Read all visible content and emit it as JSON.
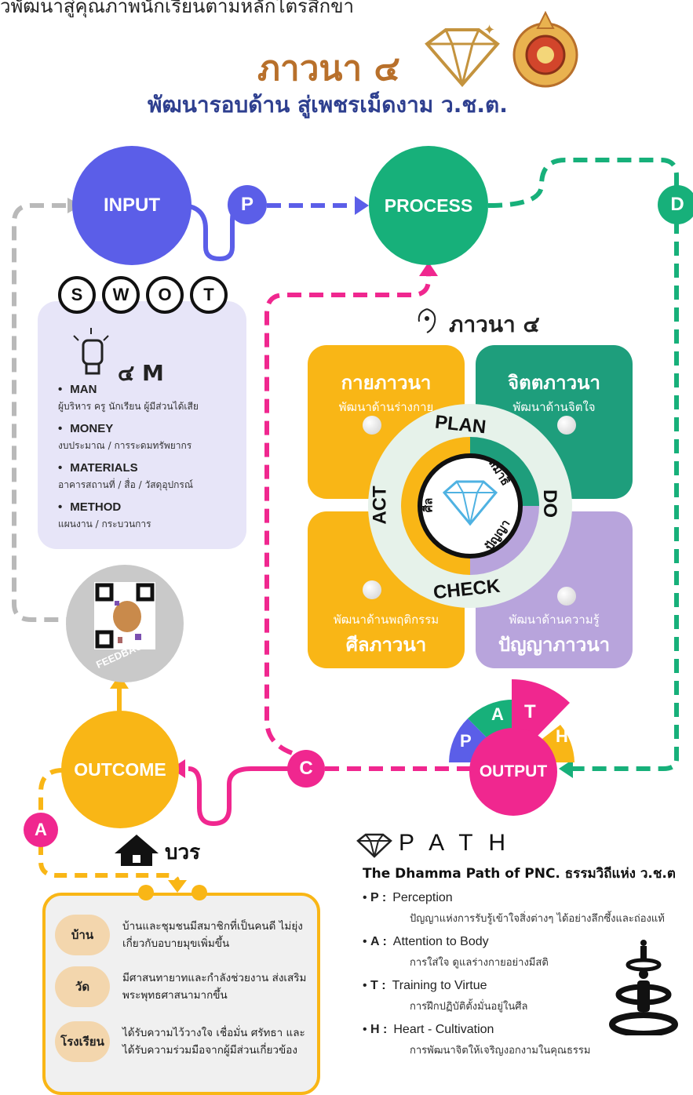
{
  "header": {
    "top_line": "วพัฒนาสู่คุณภาพนักเรียนตามหลักไตรสิกขา",
    "title": "ภาวนา ๔",
    "subtitle": "พัฒนารอบด้าน สู่เพชรเม็ดงาม ว.ช.ต."
  },
  "flow": {
    "input": "INPUT",
    "process": "PROCESS",
    "output": "OUTPUT",
    "outcome": "OUTCOME",
    "p": "P",
    "d": "D",
    "c": "C",
    "a": "A",
    "colors": {
      "input": "#5b5ee8",
      "process": "#17b07a",
      "output": "#f0278f",
      "outcome": "#f9b616",
      "gray": "#b9b9b9"
    }
  },
  "swot": {
    "letters": [
      "S",
      "W",
      "O",
      "T"
    ],
    "m_title": "๔ M",
    "items": [
      {
        "head": "MAN",
        "sub": "ผู้บริหาร ครู นักเรียน ผู้มีส่วนได้เสีย"
      },
      {
        "head": "MONEY",
        "sub": "งบประมาณ / การระดมทรัพยากร"
      },
      {
        "head": "MATERIALS",
        "sub": "อาคารสถานที่ / สื่อ / วัสดุอุปกรณ์"
      },
      {
        "head": "METHOD",
        "sub": "แผนงาน / กระบวนการ"
      }
    ]
  },
  "feedback": {
    "label": "FEEDBACK"
  },
  "bhavana": {
    "title": "ภาวนา ๔",
    "kaya": {
      "title": "กายภาวนา",
      "sub": "พัฒนาด้านร่างกาย"
    },
    "citta": {
      "title": "จิตตภาวนา",
      "sub": "พัฒนาด้านจิตใจ"
    },
    "sila": {
      "title": "ศีลภาวนา",
      "sub": "พัฒนาด้านพฤติกรรม"
    },
    "panna": {
      "title": "ปัญญาภาวนา",
      "sub": "พัฒนาด้านความรู้"
    },
    "ring": {
      "plan": "PLAN",
      "do": "DO",
      "check": "CHECK",
      "act": "ACT",
      "samadhi": "สมาธิ",
      "panna": "ปัญญา",
      "sila": "ศีล"
    },
    "colors": {
      "orange": "#f9b616",
      "green": "#1e9e7c",
      "purple": "#b8a4dc",
      "ring": "#e6f2ea"
    }
  },
  "path_badge": {
    "letters": [
      "P",
      "A",
      "T",
      "H"
    ]
  },
  "path": {
    "title": "P A T H",
    "subtitle": "The Dhamma Path of PNC. ธรรมวิถีแห่ง ว.ช.ต",
    "items": [
      {
        "letter": "P :",
        "head": "Perception",
        "sub": "ปัญญาแห่งการรับรู้เข้าใจสิ่งต่างๆ ได้อย่างลึกซึ้งและถ่องแท้"
      },
      {
        "letter": "A :",
        "head": "Attention to Body",
        "sub": "การใส่ใจ ดูแลร่างกายอย่างมีสติ"
      },
      {
        "letter": "T :",
        "head": "Training to Virtue",
        "sub": "การฝึกปฏิบัติตั้งมั่นอยู่ในศีล"
      },
      {
        "letter": "H :",
        "head": "Heart - Cultivation",
        "sub": "การพัฒนาจิตให้เจริญงอกงามในคุณธรรม"
      }
    ]
  },
  "bor": {
    "title": "บวร",
    "rows": [
      {
        "badge": "บ้าน",
        "text": "บ้านและชุมชนมีสมาชิกที่เป็นคนดี ไม่ยุ่งเกี่ยวกับอบายมุขเพิ่มขึ้น"
      },
      {
        "badge": "วัด",
        "text": "มีศาสนทายาทและกำลังช่วยงาน ส่งเสริมพระพุทธศาสนามากขึ้น"
      },
      {
        "badge": "โรงเรียน",
        "text": "ได้รับความไว้วางใจ เชื่อมั่น ศรัทธา และได้รับความร่วมมือจากผู้มีส่วนเกี่ยวข้อง"
      }
    ]
  }
}
